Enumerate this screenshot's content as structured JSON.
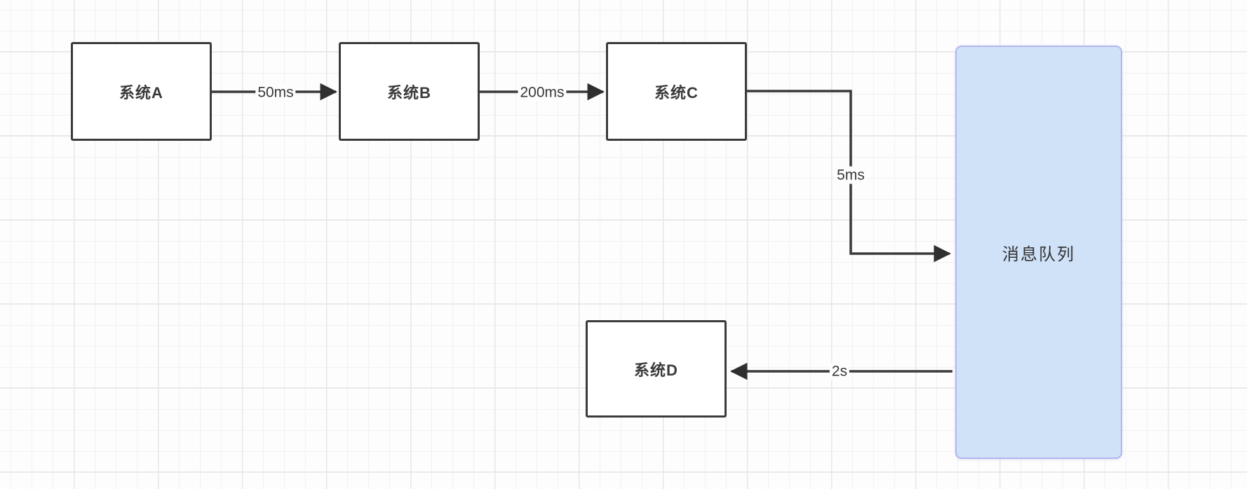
{
  "diagram": {
    "nodes": [
      {
        "id": "system-a",
        "label": "系统A",
        "shape": "rect"
      },
      {
        "id": "system-b",
        "label": "系统B",
        "shape": "rect"
      },
      {
        "id": "system-c",
        "label": "系统C",
        "shape": "rect"
      },
      {
        "id": "system-d",
        "label": "系统D",
        "shape": "rect"
      },
      {
        "id": "message-queue",
        "label": "消息队列",
        "shape": "rect-rounded"
      }
    ],
    "edges": [
      {
        "from": "system-a",
        "to": "system-b",
        "label": "50ms",
        "direction": "right"
      },
      {
        "from": "system-b",
        "to": "system-c",
        "label": "200ms",
        "direction": "right"
      },
      {
        "from": "system-c",
        "to": "message-queue",
        "label": "5ms",
        "direction": "right-down-right"
      },
      {
        "from": "message-queue",
        "to": "system-d",
        "label": "2s",
        "direction": "left"
      }
    ],
    "colors": {
      "node_fill": "#ffffff",
      "node_border": "#3b3b3b",
      "queue_fill": "#d0e2f8",
      "queue_border": "#b1b7f0",
      "connector": "#3a3a3a",
      "label_text": "#383838",
      "grid_minor": "#f1f1f4",
      "grid_major": "#e7e7ea",
      "background": "#fdfdfe"
    }
  }
}
